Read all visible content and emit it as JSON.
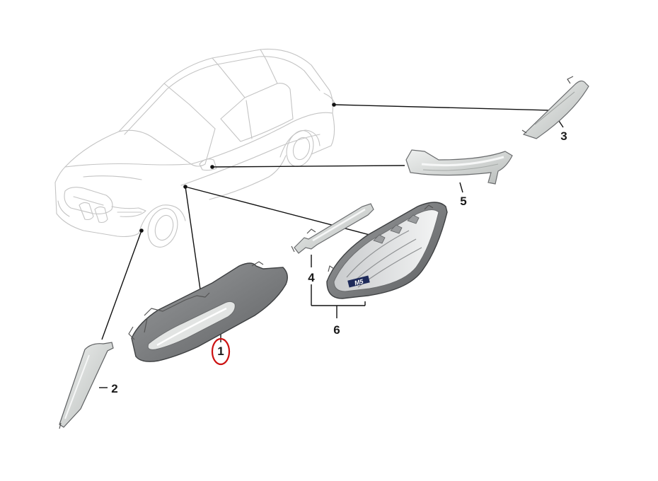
{
  "callouts": [
    {
      "id": "1",
      "label": "1",
      "highlighted": true
    },
    {
      "id": "2",
      "label": "2"
    },
    {
      "id": "3",
      "label": "3"
    },
    {
      "id": "4",
      "label": "4"
    },
    {
      "id": "5",
      "label": "5"
    },
    {
      "id": "6",
      "label": "6"
    }
  ],
  "badge": {
    "text": "M5"
  },
  "colors": {
    "highlight": "#cc1111",
    "part_dark": "#7a7c7e",
    "part_light": "#d8dad9",
    "car_outline": "#c4c4c4",
    "leader": "#111111"
  }
}
